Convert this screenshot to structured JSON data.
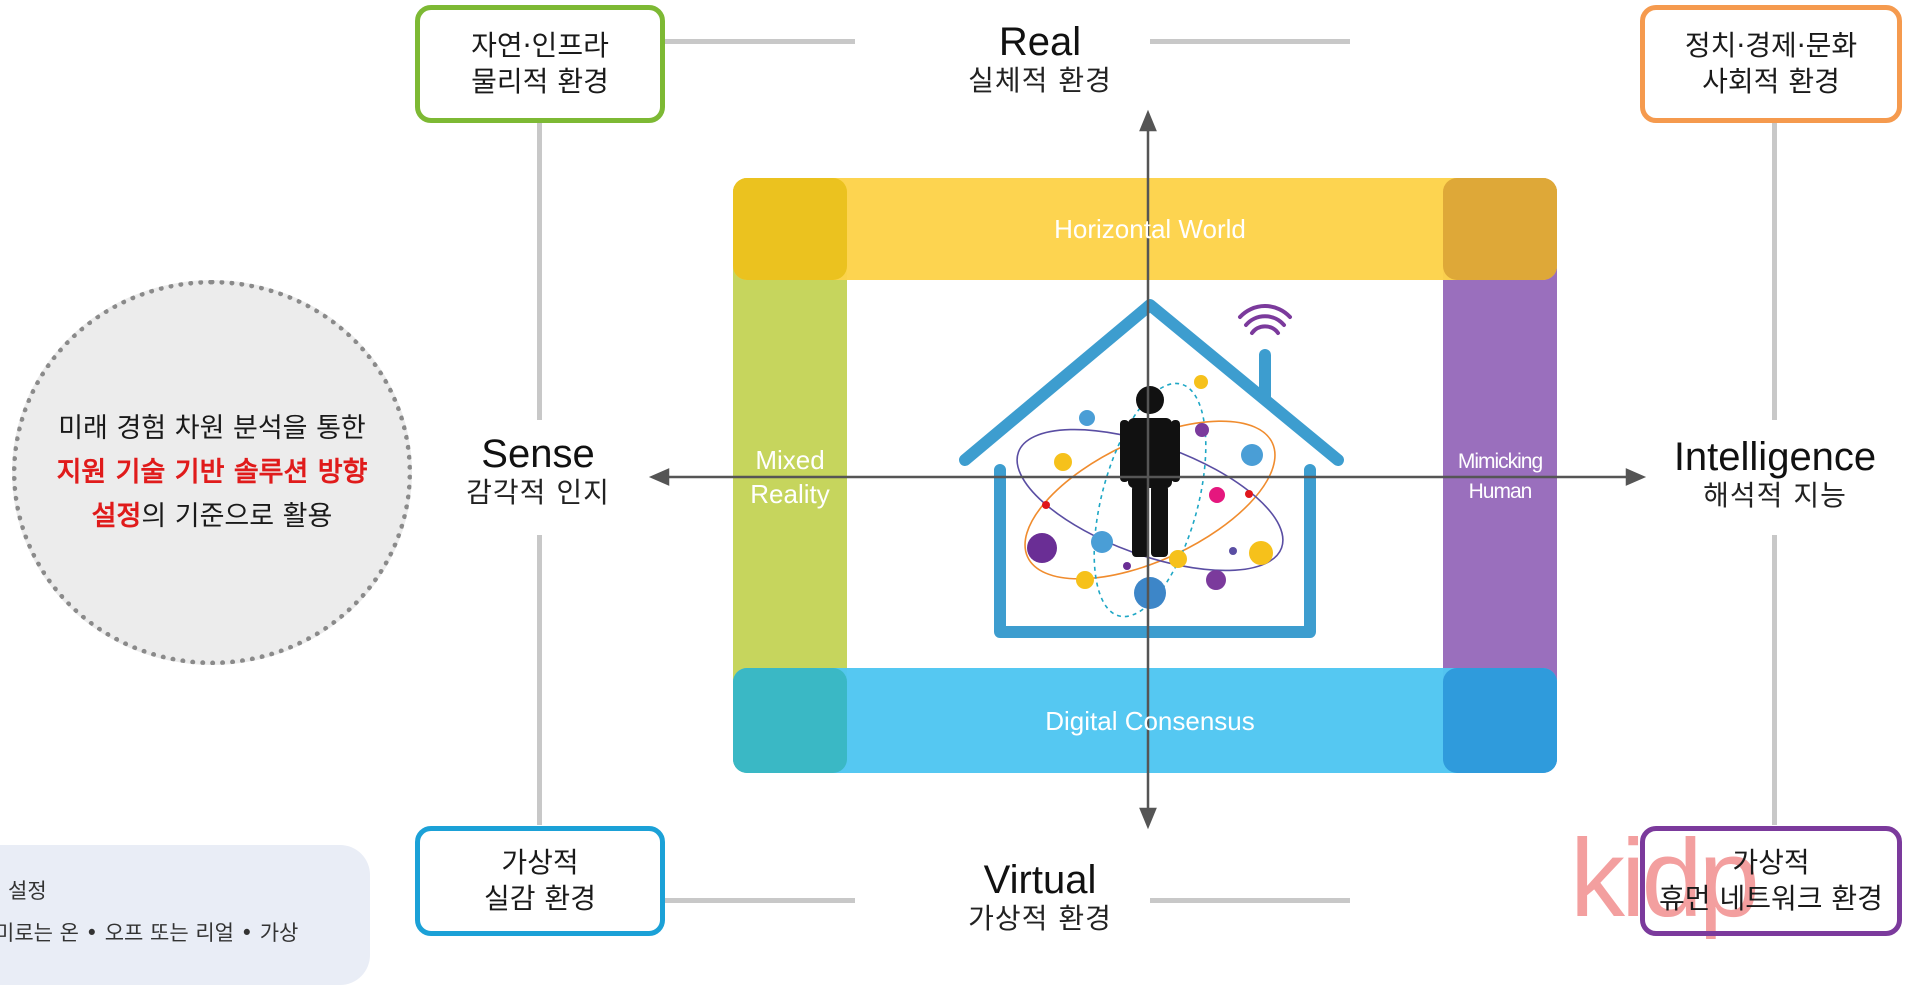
{
  "axes": {
    "top": {
      "en": "Real",
      "ko": "실체적 환경"
    },
    "bottom": {
      "en": "Virtual",
      "ko": "가상적 환경"
    },
    "left": {
      "en": "Sense",
      "ko": "감각적 인지"
    },
    "right": {
      "en": "Intelligence",
      "ko": "해석적 지능"
    }
  },
  "corners": {
    "top_left": {
      "line1": "자연·인프라",
      "line2": "물리적 환경",
      "color": "#7db934"
    },
    "top_right": {
      "line1": "정치·경제·문화",
      "line2": "사회적 환경",
      "color": "#f59a4e"
    },
    "bottom_left": {
      "line1": "가상적",
      "line2": "실감 환경",
      "color": "#1ba1d7"
    },
    "bottom_right": {
      "line1": "가상적",
      "line2": "휴먼 네트워크 환경",
      "color": "#7b3a9c"
    }
  },
  "bands": {
    "top": {
      "label": "Horizontal World",
      "color": "#fdd34a"
    },
    "bottom": {
      "label": "Digital Consensus",
      "color": "#4fc6f2"
    },
    "left": {
      "label_line1": "Mixed",
      "label_line2": "Reality",
      "color": "#c6d55d"
    },
    "right": {
      "label_line1": "Mimicking",
      "label_line2": "Human",
      "color": "#9a6fbd"
    }
  },
  "note": {
    "line1": "미래 경험 차원  분석을 통한",
    "line2": "지원 기술 기반 솔루션 방향",
    "line3_red": "설정",
    "line3_rest": "의 기준으로 활용"
  },
  "side_panel": {
    "line1": "설정",
    "line2": "미로는 온 • 오프 또는 리얼 • 가상"
  },
  "watermark": "kidp"
}
